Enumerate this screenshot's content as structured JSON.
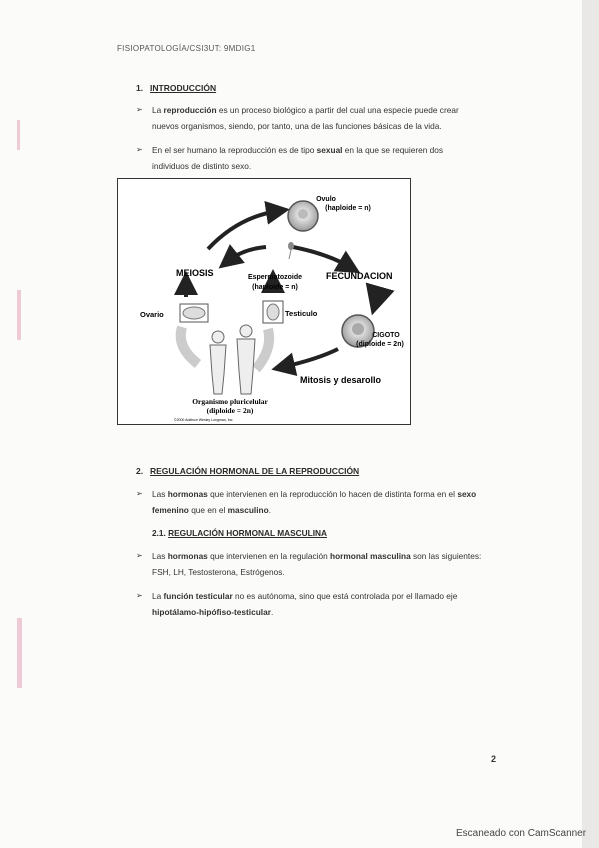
{
  "header": {
    "text": "FISIOPATOLOGÍA/CSI3UT: 9MDIG1"
  },
  "section1": {
    "number": "1.",
    "title": "INTRODUCCIÓN",
    "bullet1": {
      "pre": "La ",
      "bold": "reproducción",
      "post": " es un proceso biológico a partir del cual una especie puede crear nuevos organismos, siendo, por tanto, una de las funciones básicas de la vida."
    },
    "bullet2": {
      "pre": "En el ser humano la reproducción es de tipo ",
      "bold": "sexual",
      "post": " en la que se requieren dos individuos de distinto sexo."
    }
  },
  "figure": {
    "ovulo": "Ovulo",
    "ovulo_ploidy": "(haploide = n)",
    "espermatozoide": "Espermatozoide",
    "espermatozoide_ploidy": "(haploide = n)",
    "meiosis": "MEIOSIS",
    "fecundacion": "FECUNDACION",
    "ovario": "Ovario",
    "testiculo": "Testiculo",
    "cigoto": "CIGOTO",
    "cigoto_ploidy": "(diploide = 2n)",
    "mitosis": "Mitosis y desarollo",
    "organismo": "Organismo pluricelular",
    "organismo_ploidy": "(diploide = 2n)",
    "copyright": "©2000 Addison Wesley Longman, Inc."
  },
  "section2": {
    "number": "2.",
    "title": "REGULACIÓN HORMONAL DE LA REPRODUCCIÓN",
    "bullet1": {
      "pre": "Las ",
      "bold": "hormonas",
      "post": " que intervienen en la reproducción lo hacen de distinta forma en el ",
      "bold2": "sexo femenino",
      "post2": " que en el ",
      "bold3": "masculino",
      "end": "."
    },
    "sub": {
      "number": "2.1.",
      "title": "REGULACIÓN HORMONAL MASCULINA"
    },
    "bullet2": {
      "pre": "Las ",
      "bold": "hormonas",
      "mid": " que intervienen en la regulación ",
      "bold2": "hormonal masculina",
      "post": " son las siguientes: FSH, LH, Testosterona, Estrógenos."
    },
    "bullet3": {
      "pre": "La ",
      "bold": "función testicular",
      "mid": " no es autónoma, sino que está controlada por el llamado eje ",
      "bold2": "hipotálamo-hipófiso-testicular",
      "end": "."
    }
  },
  "page_number": "2",
  "scanner_watermark": "Escaneado con CamScanner"
}
